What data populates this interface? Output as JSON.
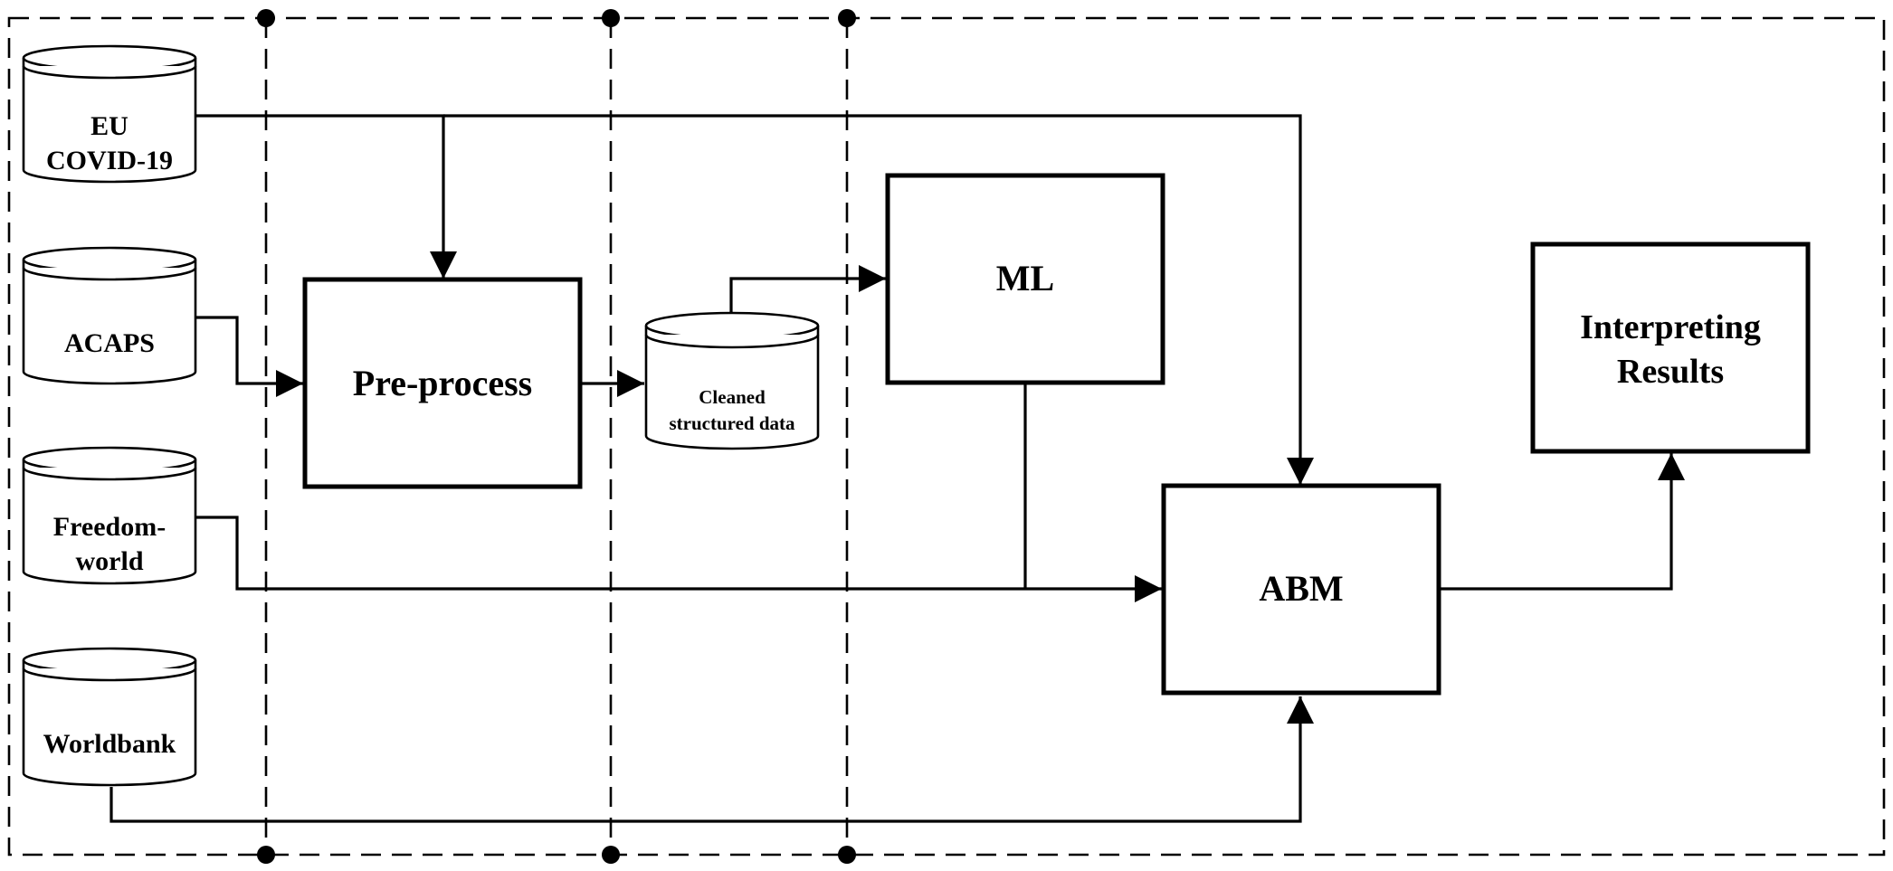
{
  "data_sources": [
    {
      "id": "eu-covid",
      "lines": [
        "EU",
        "COVID-19"
      ]
    },
    {
      "id": "acaps",
      "lines": [
        "ACAPS"
      ]
    },
    {
      "id": "freedom-world",
      "lines": [
        "Freedom-",
        "world"
      ]
    },
    {
      "id": "worldbank",
      "lines": [
        "Worldbank"
      ]
    }
  ],
  "storage": {
    "lines": [
      "Cleaned",
      "structured data"
    ]
  },
  "processes": {
    "preprocess": "Pre-process",
    "ml": "ML",
    "abm": "ABM",
    "results": [
      "Interpreting",
      "Results"
    ]
  }
}
